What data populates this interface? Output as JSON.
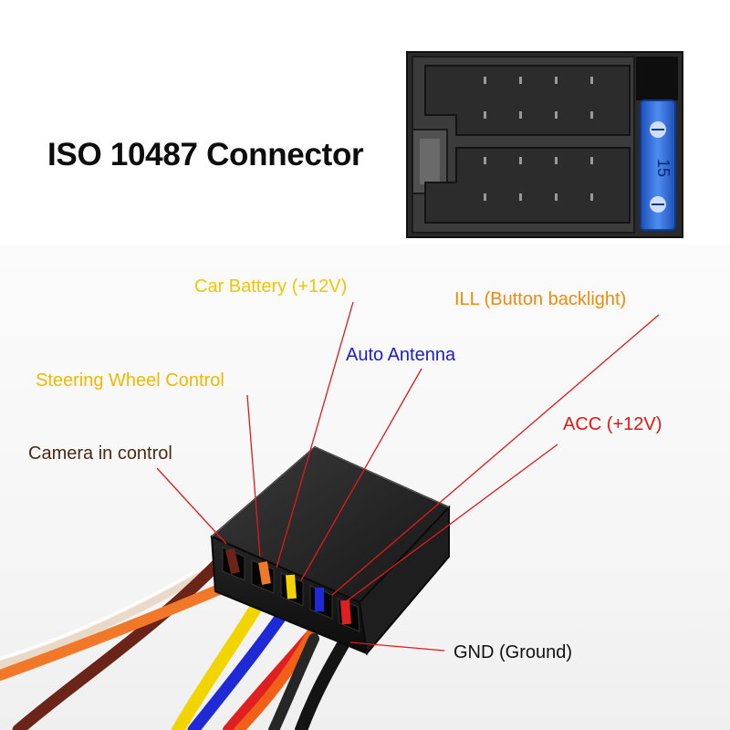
{
  "title": "ISO 10487 Connector",
  "connector_marking": "15",
  "labels": [
    {
      "id": "battery",
      "text": "Car Battery (+12V)",
      "color": "#f5c400"
    },
    {
      "id": "ill",
      "text": "ILL (Button backlight)",
      "color": "#f08a0a"
    },
    {
      "id": "antenna",
      "text": "Auto Antenna",
      "color": "#1a1ad8"
    },
    {
      "id": "swc",
      "text": "Steering Wheel Control",
      "color": "#f2b800"
    },
    {
      "id": "acc",
      "text": "ACC (+12V)",
      "color": "#e81414"
    },
    {
      "id": "camera",
      "text": "Camera in control",
      "color": "#4a2a10"
    },
    {
      "id": "gnd",
      "text": "GND (Ground)",
      "color": "#111111"
    }
  ],
  "colors": {
    "leader_line": "#e21a1a",
    "wire_brown": "#6a2418",
    "wire_orange": "#f07828",
    "wire_yellow": "#f2d400",
    "wire_blue": "#1e2ad6",
    "wire_red": "#e02020",
    "wire_black": "#141414",
    "connector_body": "#1b1b1b",
    "fuse_blue": "#2f6ad8"
  }
}
